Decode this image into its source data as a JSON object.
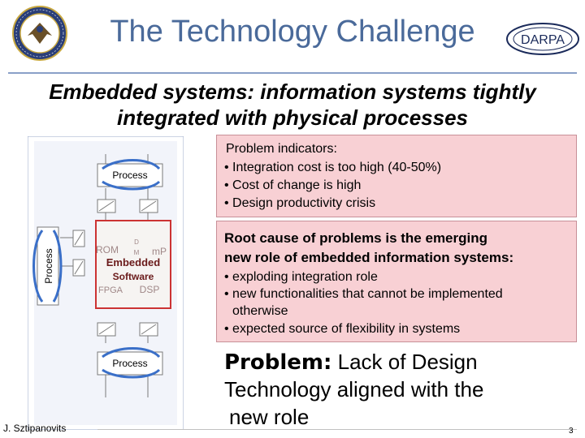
{
  "header": {
    "title": "The Technology Challenge",
    "darpa_logo": "DARPA",
    "seal_icon": "dod-seal-icon"
  },
  "subtitle": {
    "line1": "Embedded systems: information systems tightly",
    "line2": "integrated with physical processes"
  },
  "diagram": {
    "process_top": "Process",
    "process_left": "Process",
    "process_bottom": "Process",
    "chip": {
      "rom": "ROM",
      "d": "D",
      "m": "M",
      "mp": "mP",
      "embedded": "Embedded",
      "software": "Software",
      "fpga": "FPGA",
      "dsp": "DSP"
    }
  },
  "indicators": {
    "heading": "Problem indicators:",
    "items": [
      "• Integration cost is too high (40-50%)",
      "• Cost of change is high",
      "• Design productivity crisis"
    ]
  },
  "root_cause": {
    "heading_line1": "Root cause of problems is the emerging",
    "heading_line2": "new role of embedded information systems:",
    "items": [
      "• exploding integration role",
      "• new functionalities that cannot be implemented",
      "otherwise",
      "• expected source of flexibility in systems"
    ]
  },
  "problem": {
    "label": "Problem:",
    "line1_rest": " Lack of Design",
    "line2": "Technology aligned with the",
    "line3": "new role"
  },
  "footer": {
    "author": "J. Sztipanovits",
    "page": "3"
  },
  "colors": {
    "title": "#4a6a9a",
    "box_fill": "#f8d0d4",
    "chip_border": "#cc3333",
    "arrow_blue": "#3a6fc8"
  }
}
